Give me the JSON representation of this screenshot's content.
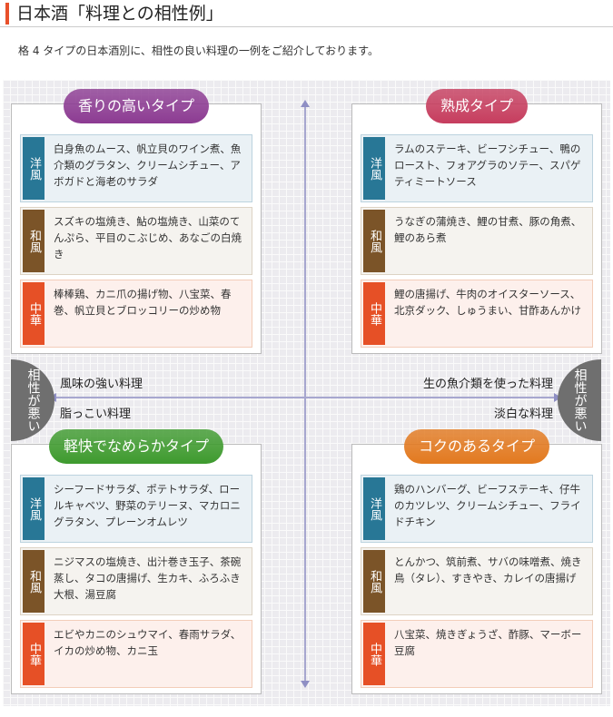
{
  "header": {
    "title": "日本酒「料理との相性例」",
    "intro": "格 4 タイプの日本酒別に、相性の良い料理の一例をご紹介しております。"
  },
  "axis": {
    "left_badge": "相性が悪い",
    "right_badge": "相性が悪い",
    "left_top": "風味の強い料理",
    "left_bottom": "脂っこい料理",
    "right_top": "生の魚介類を使った料理",
    "right_bottom": "淡白な料理"
  },
  "categories": [
    {
      "label": "洋風",
      "color": "#287796",
      "bg": "#eaf1f5",
      "border": "#bcd3df"
    },
    {
      "label": "和風",
      "color": "#7b5428",
      "bg": "#f5f3ef",
      "border": "#ddd3c4"
    },
    {
      "label": "中華",
      "color": "#e65026",
      "bg": "#fdf0ec",
      "border": "#f3cdb9"
    }
  ],
  "quadrants": [
    {
      "title": "香りの高いタイプ",
      "color": "#8c3b92",
      "items": [
        "白身魚のムース、帆立貝のワイン煮、魚介類のグラタン、クリームシチュー、アボガドと海老のサラダ",
        "スズキの塩焼き、鮎の塩焼き、山菜のてんぷら、平目のこぶじめ、あなごの白焼き",
        "棒棒鶏、カニ爪の揚げ物、八宝菜、春巻、帆立貝とブロッコリーの炒め物"
      ]
    },
    {
      "title": "熟成タイプ",
      "color": "#c63d5e",
      "items": [
        "ラムのステーキ、ビーフシチュー、鴨のロースト、フォアグラのソテー、スパゲティミートソース",
        "うなぎの蒲焼き、鯉の甘煮、豚の角煮、鯉のあら煮",
        "鯉の唐揚げ、牛肉のオイスターソース、北京ダック、しゅうまい、甘酢あんかけ"
      ]
    },
    {
      "title": "軽快でなめらかタイプ",
      "color": "#3e9a2e",
      "items": [
        "シーフードサラダ、ポテトサラダ、ロールキャベツ、野菜のテリーヌ、マカロニグラタン、プレーンオムレツ",
        "ニジマスの塩焼き、出汁巻き玉子、茶碗蒸し、タコの唐揚げ、生カキ、ふろふき大根、湯豆腐",
        "エビやカニのシュウマイ、春雨サラダ、イカの炒め物、カニ玉"
      ]
    },
    {
      "title": "コクのあるタイプ",
      "color": "#e2791f",
      "items": [
        "鶏のハンバーグ、ビーフステーキ、仔牛のカツレツ、クリームシチュー、フライドチキン",
        "とんかつ、筑前煮、サバの味噌煮、焼き鳥（タレ）、すきやき、カレイの唐揚げ",
        "八宝菜、焼きぎょうざ、酢豚、マーボー豆腐"
      ]
    }
  ]
}
